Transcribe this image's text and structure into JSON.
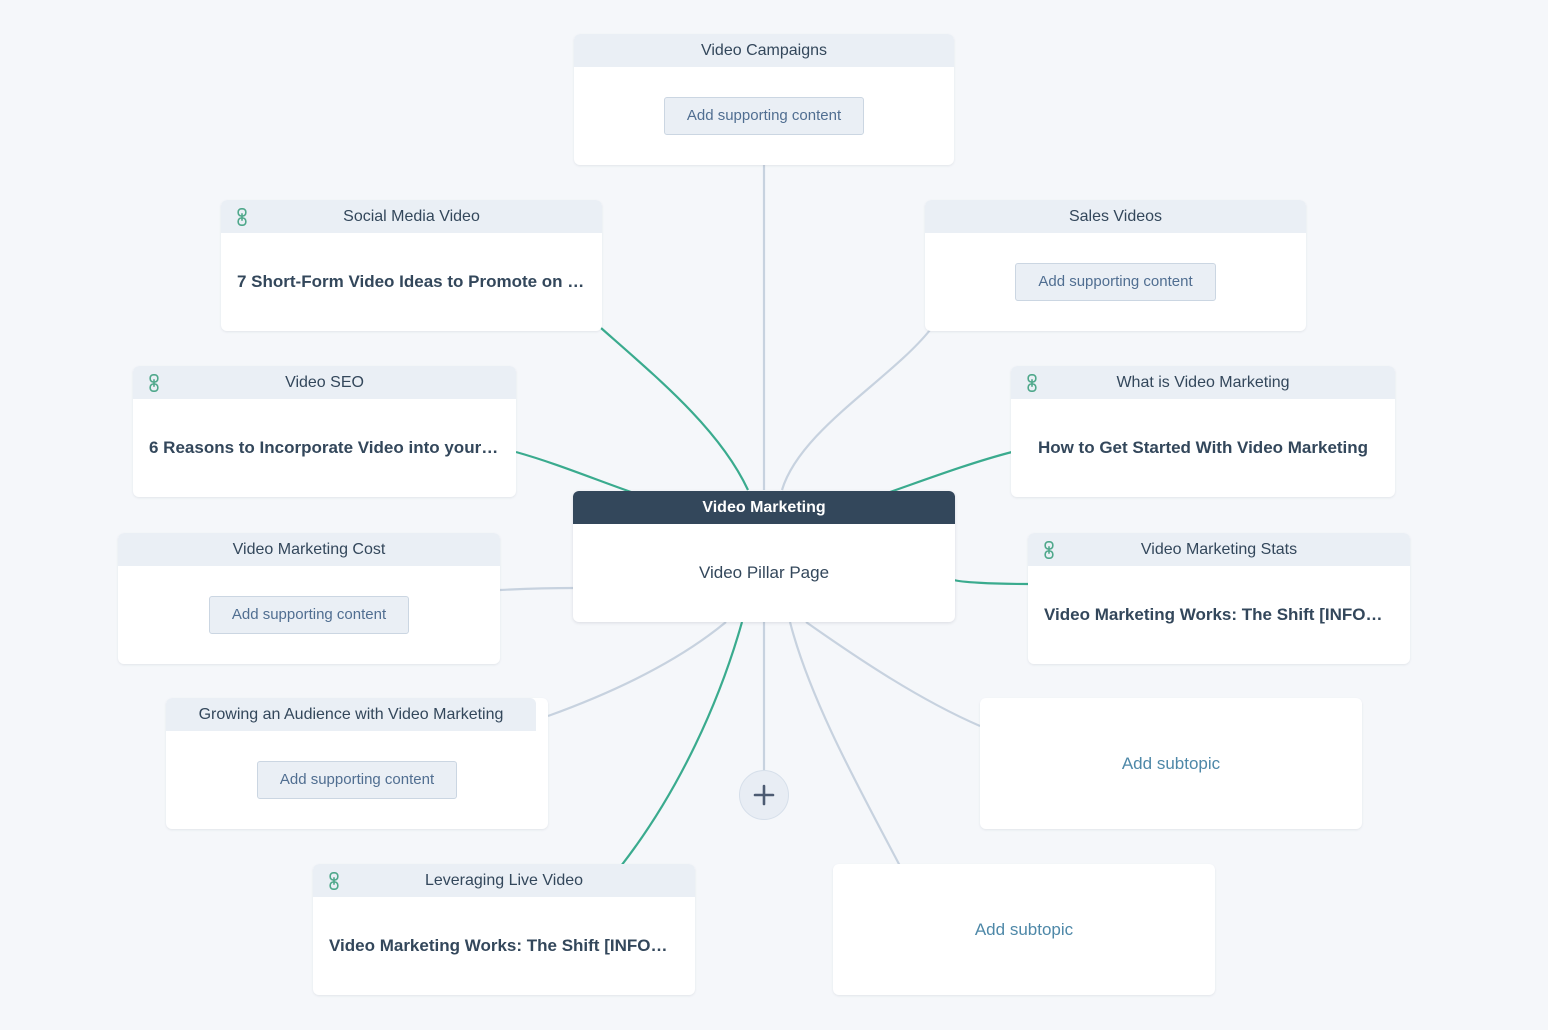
{
  "app": {
    "view": "content-strategy-topic-cluster",
    "background_color": "#f5f7fa"
  },
  "colors": {
    "header_bg": "#eaeff5",
    "pillar_header_bg": "#33475b",
    "text": "#33475b",
    "link_icon": "#4fa88b",
    "edge_linked": "#3aab8e",
    "edge_empty": "#c7d2df",
    "subtopic_link": "#4e88a8",
    "button_bg": "#eaeff5",
    "button_border": "#cbd6e2",
    "button_text": "#506e91"
  },
  "labels": {
    "add_supporting_content": "Add supporting content",
    "add_subtopic": "Add subtopic",
    "plus": "+"
  },
  "pillar": {
    "header": "Video Marketing",
    "title": "Video Pillar Page"
  },
  "subtopics": [
    {
      "id": "video-campaigns",
      "header": "Video Campaigns",
      "has_link_icon": false,
      "state": "empty",
      "action": "Add supporting content",
      "edge_color": "#c7d2df"
    },
    {
      "id": "social-media-video",
      "header": "Social Media Video",
      "has_link_icon": true,
      "state": "linked",
      "content_title": "7 Short-Form Video Ideas to Promote on S…",
      "edge_color": "#3aab8e"
    },
    {
      "id": "sales-videos",
      "header": "Sales Videos",
      "has_link_icon": false,
      "state": "empty",
      "action": "Add supporting content",
      "edge_color": "#c7d2df"
    },
    {
      "id": "video-seo",
      "header": "Video SEO",
      "has_link_icon": true,
      "state": "linked",
      "content_title": "6 Reasons to Incorporate Video into your …",
      "edge_color": "#3aab8e"
    },
    {
      "id": "what-is-video-marketing",
      "header": "What is Video Marketing",
      "has_link_icon": true,
      "state": "linked",
      "content_title": "How to Get Started With Video Marketing",
      "edge_color": "#3aab8e"
    },
    {
      "id": "video-marketing-cost",
      "header": "Video Marketing Cost",
      "has_link_icon": false,
      "state": "empty",
      "action": "Add supporting content",
      "edge_color": "#c7d2df"
    },
    {
      "id": "video-marketing-stats",
      "header": "Video Marketing Stats",
      "has_link_icon": true,
      "state": "linked",
      "content_title": "Video Marketing Works: The Shift [INFOG…",
      "edge_color": "#3aab8e"
    },
    {
      "id": "growing-an-audience",
      "header": "Growing an Audience with Video Marketing",
      "has_link_icon": false,
      "state": "empty",
      "action": "Add supporting content",
      "edge_color": "#c7d2df"
    },
    {
      "id": "leveraging-live-video",
      "header": "Leveraging Live Video",
      "has_link_icon": true,
      "state": "linked",
      "content_title": "Video Marketing Works: The Shift [INFOG…",
      "edge_color": "#3aab8e"
    }
  ],
  "placeholders": [
    {
      "id": "add-subtopic-right",
      "label": "Add subtopic",
      "edge_color": "#c7d2df"
    },
    {
      "id": "add-subtopic-bottom",
      "label": "Add subtopic",
      "edge_color": "#c7d2df"
    }
  ],
  "icons": {
    "link": "link-icon",
    "plus": "plus-icon"
  }
}
